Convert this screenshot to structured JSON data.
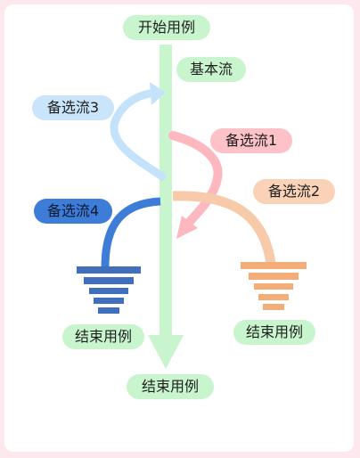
{
  "labels": {
    "start_use_case": "开始用例",
    "basic_flow": "基本流",
    "alt_flow_1": "备选流1",
    "alt_flow_2": "备选流2",
    "alt_flow_3": "备选流3",
    "alt_flow_4": "备选流4",
    "end_use_case_left": "结束用例",
    "end_use_case_right": "结束用例",
    "end_use_case_main": "结束用例"
  },
  "colors": {
    "basic_flow": "#c8f5cd",
    "alt_flow_1": "#fcb8be",
    "alt_flow_2": "#f7caa9",
    "alt_flow_3": "#c5e2fb",
    "alt_flow_4": "#3d7dd8",
    "left_end_marker": "#3f6fbd",
    "right_end_marker": "#f2ad78"
  }
}
